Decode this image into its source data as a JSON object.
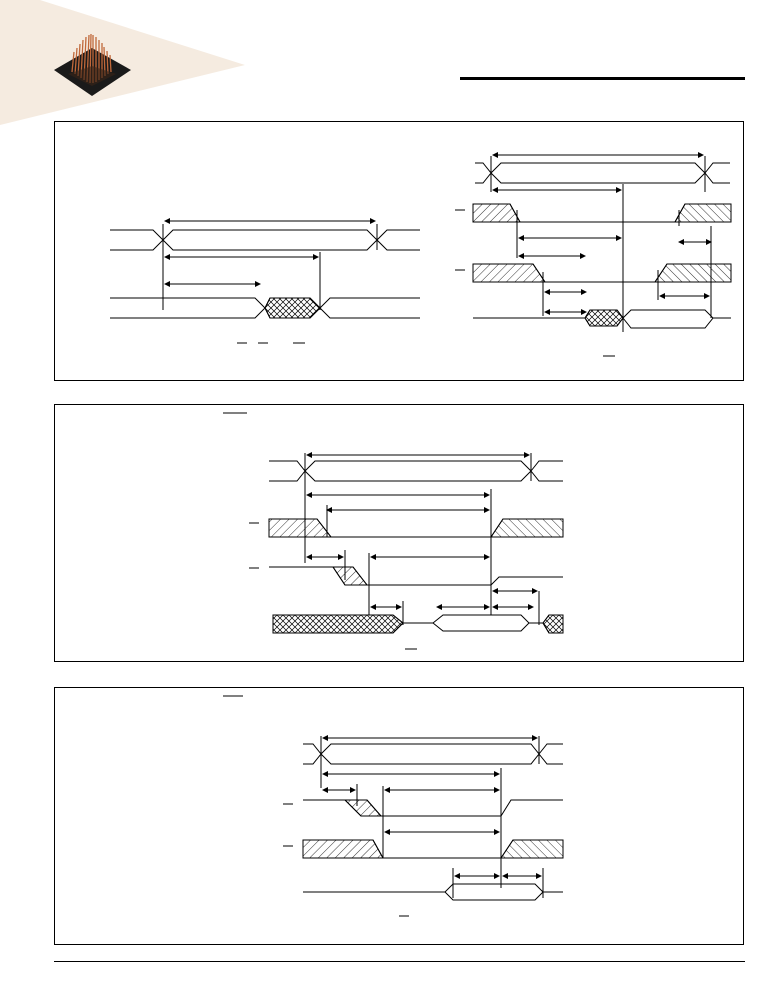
{
  "colors": {
    "wedge": "#f5ebe0",
    "logo_copper": "#c0683a",
    "logo_dark": "#1a1a1a",
    "line": "#000000"
  },
  "icons": {
    "logo": "copper-pins-on-chip-logo"
  },
  "diagrams": [
    {
      "panel": "timing-diagram-1",
      "subpanels": [
        "read-cycle-address-controlled",
        "read-cycle-oe-controlled"
      ]
    },
    {
      "panel": "timing-diagram-2",
      "subpanels": [
        "write-cycle-we-controlled"
      ]
    },
    {
      "panel": "timing-diagram-3",
      "subpanels": [
        "write-cycle-cs-controlled"
      ]
    }
  ]
}
